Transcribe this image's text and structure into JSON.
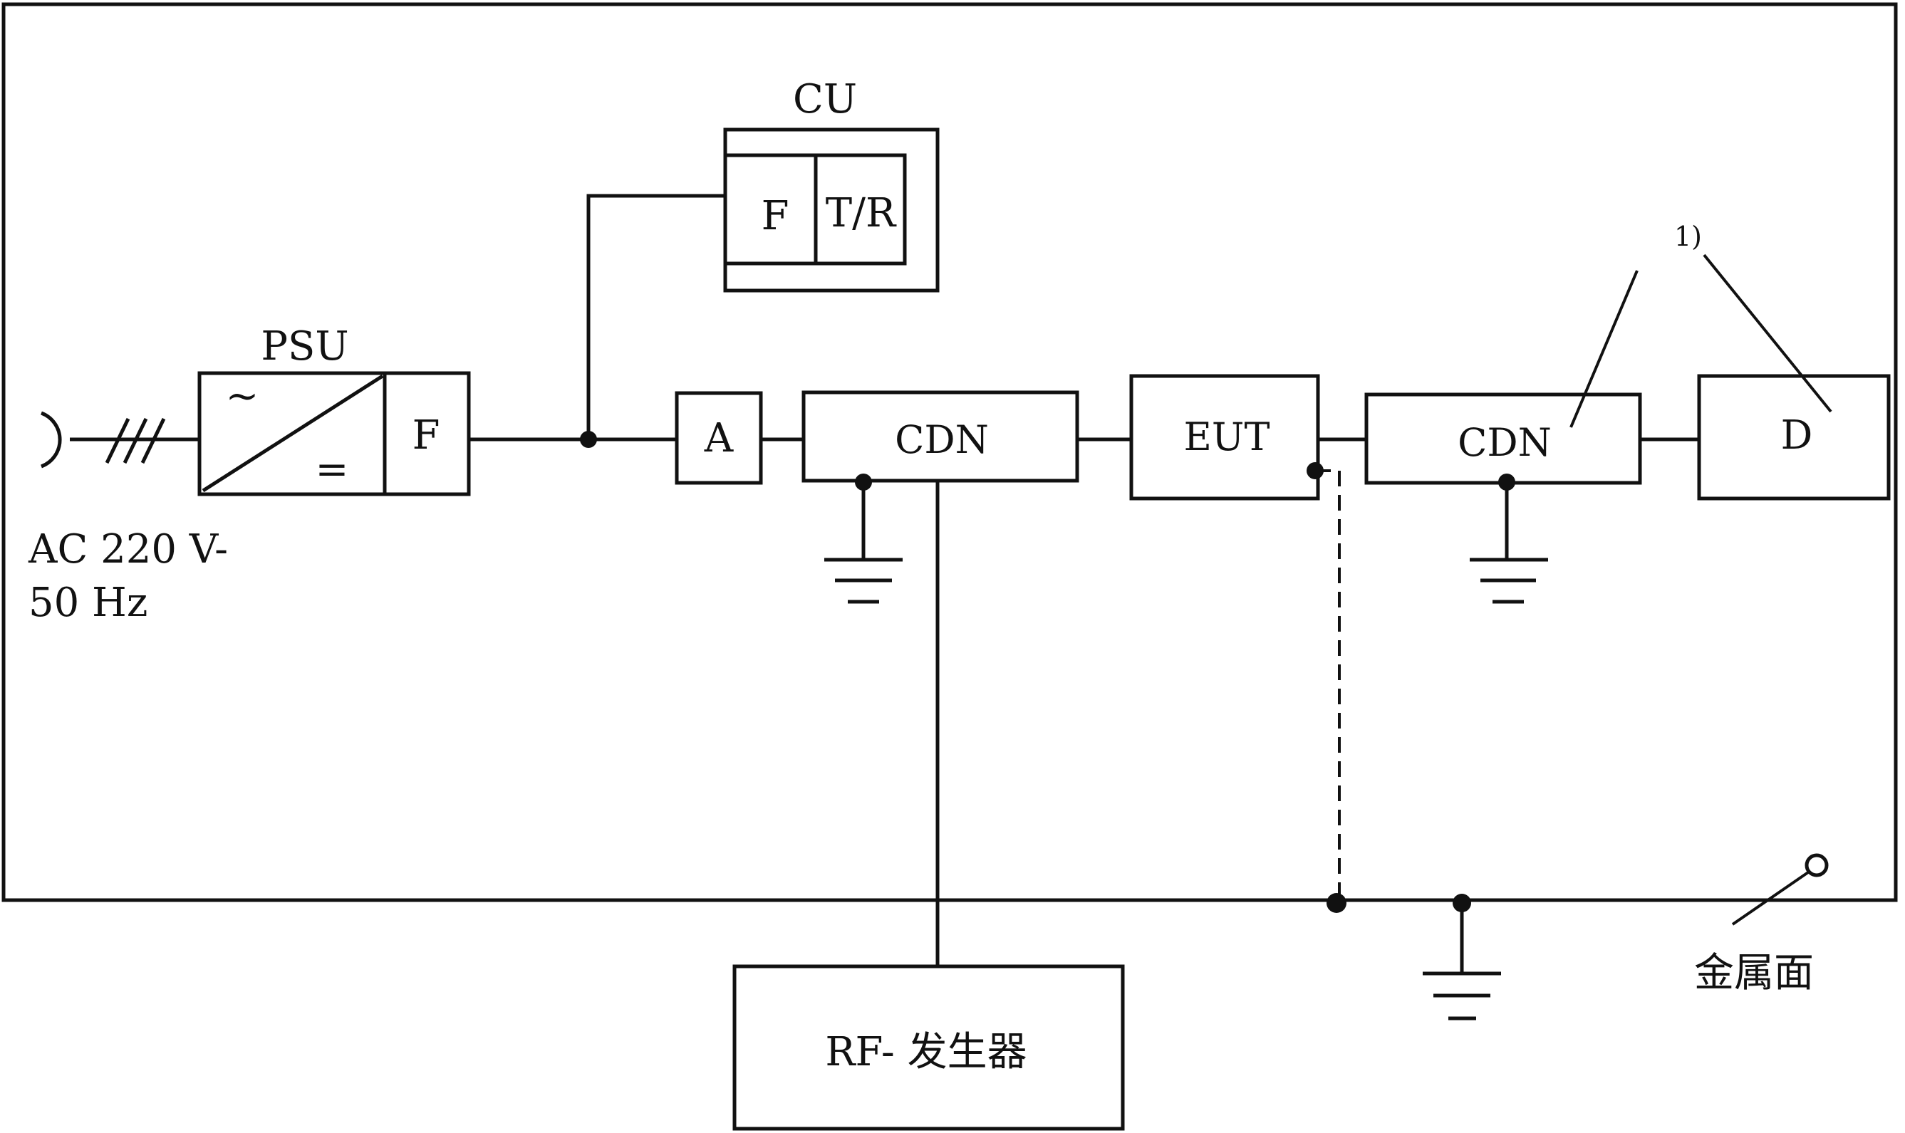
{
  "labels": {
    "cu": "CU",
    "cu_filter": "F",
    "cu_tr": "T/R",
    "psu": "PSU",
    "psu_filter": "F",
    "psu_ac_symbol": "~",
    "psu_dc_symbol": "=",
    "mains_line1": "AC 220 V-",
    "mains_line2": "50 Hz",
    "amplifier": "A",
    "cdn_left": "CDN",
    "eut": "EUT",
    "cdn_right": "CDN",
    "device": "D",
    "note_marker": "1)",
    "rf_generator": "RF- 发生器",
    "metal_plane": "金属面"
  }
}
